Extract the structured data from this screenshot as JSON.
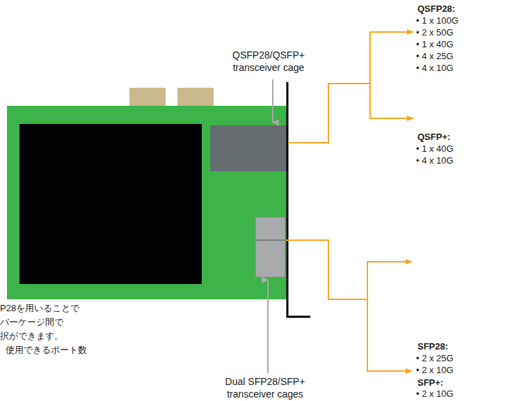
{
  "diagram": {
    "labels": [
      "QSFP28/QSFP+ transceiver cage",
      "QSFP28:",
      "• 1 x 100G",
      "• 2 x 50G",
      "• 1 x 40G",
      "• 4 x 25G",
      "• 4 x 10G",
      "QSFP+:",
      "• 1 x 40G",
      "• 4 x 10G",
      "SFP28:",
      "• 2 x 25G",
      "• 2 x 10G",
      "SFP+:",
      "• 2 x 10G",
      "Dual SFP28/SFP+ transceiver cages",
      "P28を用いることで",
      "バーケージ間で",
      "択ができます。",
      "使用できるポート数"
    ]
  }
}
